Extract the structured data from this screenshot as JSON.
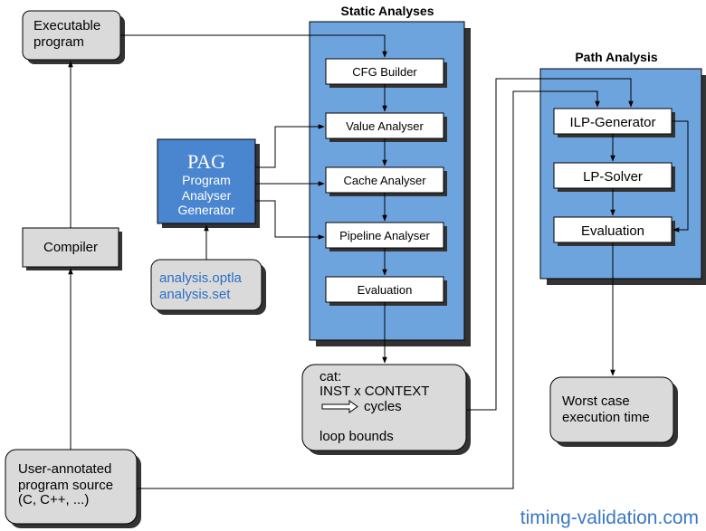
{
  "panels": {
    "static_title": "Static Analyses",
    "path_title": "Path Analysis"
  },
  "static_steps": [
    "CFG Builder",
    "Value Analyser",
    "Cache Analyser",
    "Pipeline Analyser",
    "Evaluation"
  ],
  "path_steps": [
    "ILP-Generator",
    "LP-Solver",
    "Evaluation"
  ],
  "nodes": {
    "executable": [
      "Executable",
      "program"
    ],
    "compiler": "Compiler",
    "source": [
      "User-annotated",
      "program source",
      "(C, C++, ...)"
    ],
    "pag_title": "PAG",
    "pag_sub": [
      "Program",
      "Analyser",
      "Generator"
    ],
    "pag_files": [
      "analysis.optla",
      "analysis.set"
    ],
    "cat": {
      "line1": "cat:",
      "line2": "INST x CONTEXT",
      "line3": "cycles",
      "line4": "loop bounds"
    },
    "wcet": [
      "Worst case",
      "execution time"
    ]
  },
  "watermark": "timing-validation.com",
  "colors": {
    "panel_blue": "#6ea4de",
    "box_gray": "#dadada",
    "link_blue": "#2a6fc6"
  }
}
